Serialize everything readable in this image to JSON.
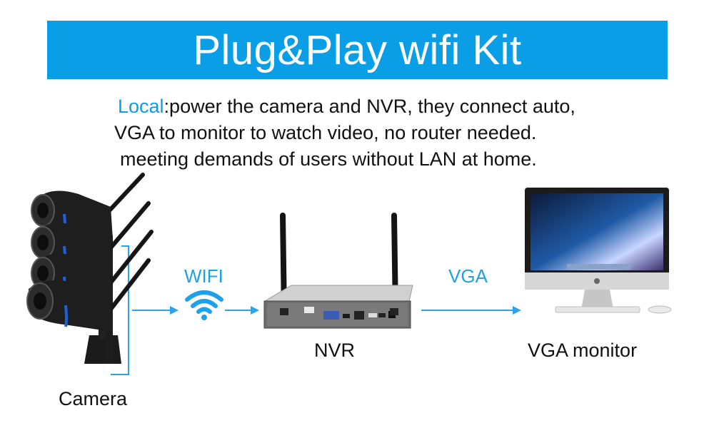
{
  "banner": {
    "title": "Plug&Play wifi Kit"
  },
  "description": {
    "line1_accent": "Local",
    "line1_rest": ":power the camera and NVR, they connect auto,",
    "line2": "VGA  to monitor to watch video, no router needed.",
    "line3": "meeting demands of users without LAN at home."
  },
  "diagram": {
    "camera_label": "Camera",
    "wifi_label": "WIFI",
    "nvr_label": "NVR",
    "vga_label": "VGA",
    "monitor_label": "VGA monitor"
  },
  "colors": {
    "accent": "#0a9ee6",
    "arrow": "#2aa4e4"
  }
}
